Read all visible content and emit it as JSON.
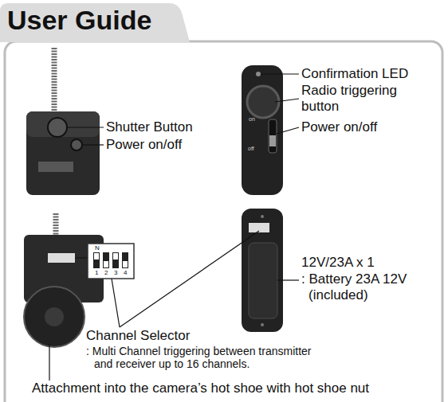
{
  "diagram": {
    "title": "User Guide",
    "labels": [
      "Shutter Button",
      "Power on/off",
      "Confirmation LED",
      "Radio triggering button",
      "Power on/off",
      "on",
      "off",
      "12V/23A x 1",
      ": Battery 23A 12V (included)",
      "Channel Selector",
      ": Multi Channel triggering between transmitter and receiver up to 16 channels.",
      "Attachment into the camera’s hot shoe with hot shoe nut",
      "N",
      "1",
      "2",
      "3",
      "4"
    ]
  }
}
